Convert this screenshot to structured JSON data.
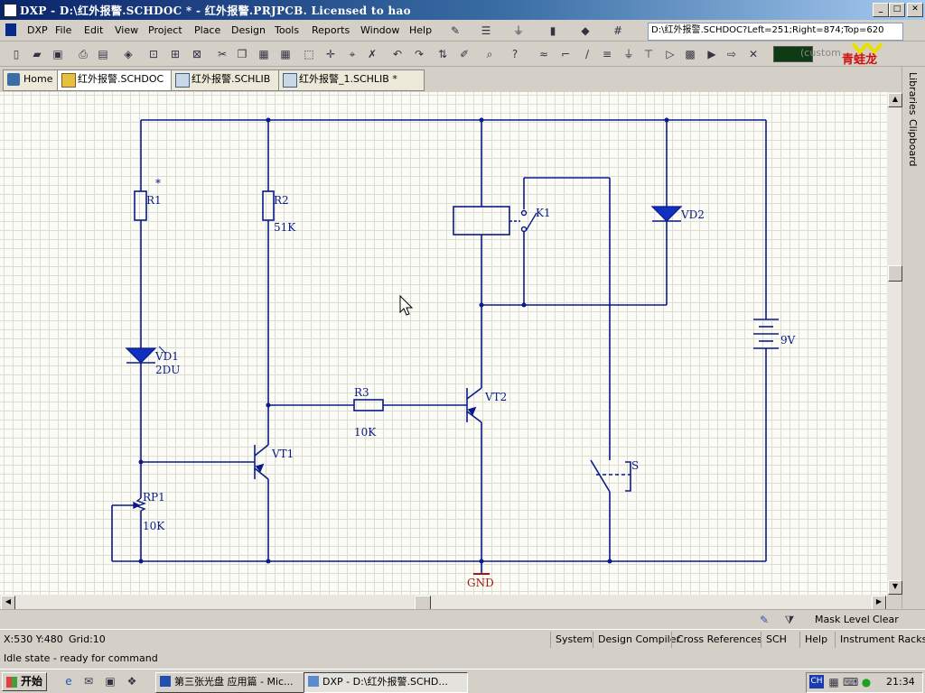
{
  "window": {
    "title": "DXP - D:\\红外报警.SCHDOC * - 红外报警.PRJPCB. Licensed to hao"
  },
  "menubar": {
    "items": [
      "DXP",
      "File",
      "Edit",
      "View",
      "Project",
      "Place",
      "Design",
      "Tools",
      "Reports",
      "Window",
      "Help"
    ],
    "path": "D:\\红外报警.SCHDOC?Left=251;Right=874;Top=620"
  },
  "toolbar": {
    "color_label": "(custom",
    "logo_text": "青蛙龙"
  },
  "tabs": [
    {
      "label": "Home"
    },
    {
      "label": "红外报警.SCHDOC"
    },
    {
      "label": "红外报警.SCHLIB"
    },
    {
      "label": "红外报警_1.SCHLIB *"
    }
  ],
  "right_panel": {
    "items": [
      "Libraries",
      "Clipboard"
    ]
  },
  "schematic": {
    "labels": {
      "r1": "R1",
      "r1_mark": "*",
      "r2": "R2",
      "r2_val": "51K",
      "k1": "K1",
      "vd2": "VD2",
      "vd1": "VD1",
      "vd1_val": "2DU",
      "battery": "9V",
      "r3": "R3",
      "r3_val": "10K",
      "vt2": "VT2",
      "vt1": "VT1",
      "switch": "S",
      "rp1": "RP1",
      "rp1_val": "10K",
      "gnd": "GND"
    },
    "colors": {
      "wire": "#0a1a8a",
      "gnd": "#a01818",
      "component_fill": "#1030c0"
    }
  },
  "mask_bar": {
    "mask_level": "Mask Level",
    "clear": "Clear"
  },
  "status": {
    "coords": "X:530 Y:480",
    "grid": "Grid:10",
    "message": "Idle state - ready for command",
    "panels": [
      "System",
      "Design Compiler",
      "Cross References",
      "SCH",
      "Help",
      "Instrument Racks"
    ]
  },
  "taskbar": {
    "start": "开始",
    "tasks": [
      "第三张光盘 应用篇 - Mic...",
      "DXP - D:\\红外报警.SCHD..."
    ],
    "tray_lang": "CH",
    "clock": "21:34"
  }
}
